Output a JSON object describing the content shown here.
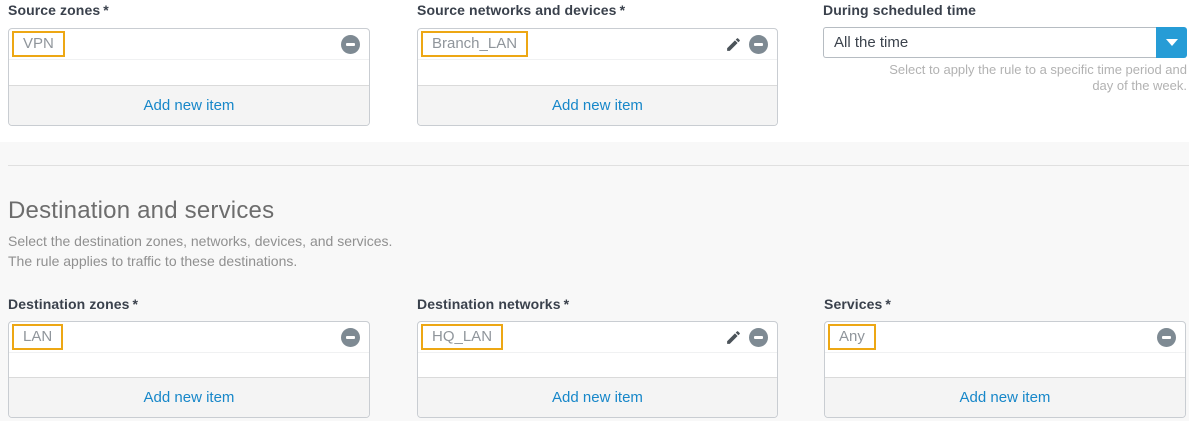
{
  "colors": {
    "label": "#3a414c",
    "tag-border": "#eda714",
    "tag-text": "#8f959b",
    "link-blue": "#1787c9",
    "dropdown-blue": "#269cd6",
    "icon-gray": "#7e8a93",
    "pencil-gray": "#4b5359",
    "section-bg": "#f8f8f8",
    "heading": "#6d6d6d",
    "subtitle": "#909090",
    "help-text": "#b2b2b2"
  },
  "source_section": {
    "fields": [
      {
        "label": "Source zones",
        "required": "*",
        "items": [
          {
            "name": "VPN"
          }
        ],
        "add_label": "Add new item"
      },
      {
        "label": "Source networks and devices",
        "required": "*",
        "items": [
          {
            "name": "Branch_LAN"
          }
        ],
        "add_label": "Add new item"
      }
    ],
    "schedule": {
      "label": "During scheduled time",
      "value": "All the time",
      "help_line1": "Select to apply the rule to a specific time period and",
      "help_line2": "day of the week."
    }
  },
  "destination_section": {
    "title": "Destination and services",
    "subtitle_line1": "Select the destination zones, networks, devices, and services.",
    "subtitle_line2": "The rule applies to traffic to these destinations.",
    "fields": [
      {
        "label": "Destination zones",
        "required": "*",
        "items": [
          {
            "name": "LAN"
          }
        ],
        "add_label": "Add new item"
      },
      {
        "label": "Destination networks",
        "required": "*",
        "items": [
          {
            "name": "HQ_LAN"
          }
        ],
        "add_label": "Add new item"
      },
      {
        "label": "Services",
        "required": "*",
        "items": [
          {
            "name": "Any"
          }
        ],
        "add_label": "Add new item"
      }
    ]
  }
}
